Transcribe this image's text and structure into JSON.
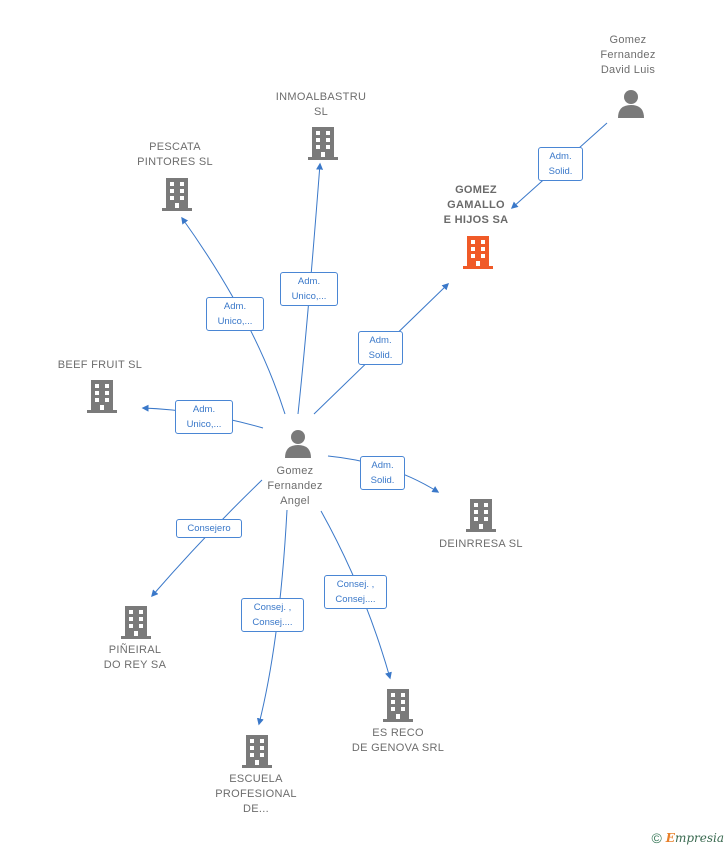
{
  "diagram": {
    "nodes": [
      {
        "id": "center-person",
        "type": "person",
        "label": "Gomez\nFernandez\nAngel",
        "color": "#7a7a7a",
        "highlight": false
      },
      {
        "id": "top-person",
        "type": "person",
        "label": "Gomez\nFernandez\nDavid Luis",
        "color": "#7a7a7a",
        "highlight": false
      },
      {
        "id": "gomez-gamallo",
        "type": "company",
        "label": "GOMEZ\nGAMALLO\nE HIJOS SA",
        "color": "#f05a28",
        "highlight": true
      },
      {
        "id": "inmoalbastru",
        "type": "company",
        "label": "INMOALBASTRU\nSL",
        "color": "#7a7a7a",
        "highlight": false
      },
      {
        "id": "pescata",
        "type": "company",
        "label": "PESCATA\nPINTORES  SL",
        "color": "#7a7a7a",
        "highlight": false
      },
      {
        "id": "beef-fruit",
        "type": "company",
        "label": "BEEF FRUIT SL",
        "color": "#7a7a7a",
        "highlight": false
      },
      {
        "id": "deinrresa",
        "type": "company",
        "label": "DEINRRESA SL",
        "color": "#7a7a7a",
        "highlight": false
      },
      {
        "id": "pineiral",
        "type": "company",
        "label": "PIÑEIRAL\nDO REY SA",
        "color": "#7a7a7a",
        "highlight": false
      },
      {
        "id": "escuela",
        "type": "company",
        "label": "ESCUELA\nPROFESIONAL\nDE...",
        "color": "#7a7a7a",
        "highlight": false
      },
      {
        "id": "es-reco",
        "type": "company",
        "label": "ES RECO\nDE GENOVA SRL",
        "color": "#7a7a7a",
        "highlight": false
      }
    ],
    "edges": [
      {
        "id": "e-top-gamallo",
        "label": "Adm.\nSolid."
      },
      {
        "id": "e-inmo",
        "label": "Adm.\nUnico,..."
      },
      {
        "id": "e-pescata",
        "label": "Adm.\nUnico,..."
      },
      {
        "id": "e-gamallo",
        "label": "Adm.\nSolid."
      },
      {
        "id": "e-beef",
        "label": "Adm.\nUnico,..."
      },
      {
        "id": "e-deinrresa",
        "label": "Adm.\nSolid."
      },
      {
        "id": "e-pineiral",
        "label": "Consejero"
      },
      {
        "id": "e-escuela",
        "label": "Consej. ,\nConsej...."
      },
      {
        "id": "e-esreco",
        "label": "Consej. ,\nConsej...."
      }
    ],
    "edge_color": "#3a78c9"
  },
  "footer": {
    "copyright": "©",
    "brand_initial": "E",
    "brand_rest": "mpresia"
  }
}
